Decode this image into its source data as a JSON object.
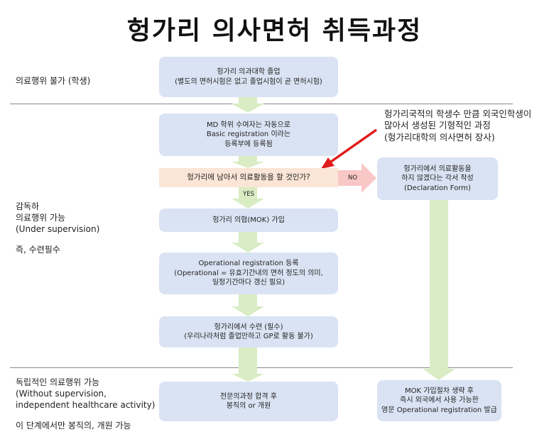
{
  "title": "헝가리 의사면허 취득과정",
  "side_labels": {
    "student": [
      "의료행위 불가 (학생)"
    ],
    "supervised": [
      "감독하",
      "의료행위 가능",
      "(Under supervision)"
    ],
    "supervised_note": "즉, 수련필수",
    "independent": [
      "독립적인 의료행위 가능",
      "(Without supervision,",
      "independent healthcare activity)"
    ],
    "independent_note": "이 단계에서만 봉직의, 개원 가능"
  },
  "flow": {
    "graduation": [
      "헝가리 의과대학 졸업",
      "(별도의 면허시험은 없고 졸업시험이 곧 면허시험)"
    ],
    "basic_registration": [
      "MD 학위 수여자는 자동으로",
      "Basic registration 이라는",
      "등록부에 등록됨"
    ],
    "question": "헝가리에 남아서 의료활동을 할 것인가?",
    "mok": "헝가리 의협(MOK) 가입",
    "operational": [
      "Operational registration 등록",
      "(Operational = 유효기간내의 면허 정도의 의미,",
      "일정기간마다 갱신 필요)"
    ],
    "training": [
      "헝가리에서 수련 (필수)",
      "(우리나라처럼 졸업만하고 GP로 활동 불가)"
    ],
    "specialist": [
      "전문의과정 합격 후",
      "봉직의 or 개원"
    ],
    "declaration": [
      "헝가리에서 의료활동을",
      "하지 않겠다는 각서 작성",
      "(Declaration Form)"
    ],
    "english_cert": [
      "MOK 가입절차 생략 후",
      "즉시 외국에서 사용 가능한",
      "영문 Operational registration 발급"
    ]
  },
  "edge_labels": {
    "yes": "YES",
    "no": "NO"
  },
  "annotation": [
    "헝가리국적의 학생수 만큼 외국인학생이",
    "많아서 생성된 기형적인 과정",
    "(헝가리대학의 의사면허 장사)"
  ],
  "colors": {
    "box_fill": "#dae3f3",
    "question_fill": "#fbe5d6",
    "flow_arrow": "#d9ecc4",
    "no_arrow": "#f9c7c6",
    "callout_arrow": "#e01b1b"
  }
}
